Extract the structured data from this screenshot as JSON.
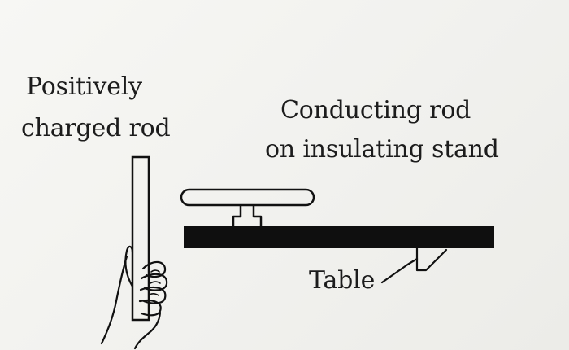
{
  "labels": {
    "charged_rod_line1": "Positively",
    "charged_rod_line2": "charged rod",
    "conducting_rod_line1": "Conducting rod",
    "conducting_rod_line2": "on insulating stand",
    "table": "Table"
  },
  "colors": {
    "ink": "#111111",
    "paper": "#f4f4f1"
  }
}
